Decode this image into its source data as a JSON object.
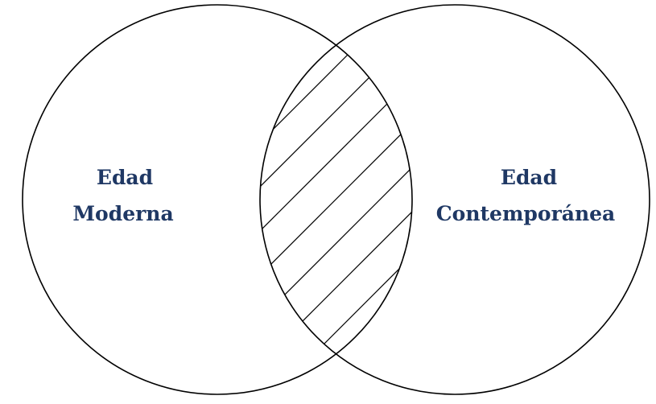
{
  "diagram": {
    "type": "venn-2-circle",
    "left_circle": {
      "label_line1": "Edad",
      "label_line2": "Moderna"
    },
    "right_circle": {
      "label_line1": "Edad",
      "label_line2": "Contemporánea"
    },
    "overlap_style": "diagonal-hatch",
    "label_color": "#1F3864",
    "stroke_color": "#000000"
  }
}
